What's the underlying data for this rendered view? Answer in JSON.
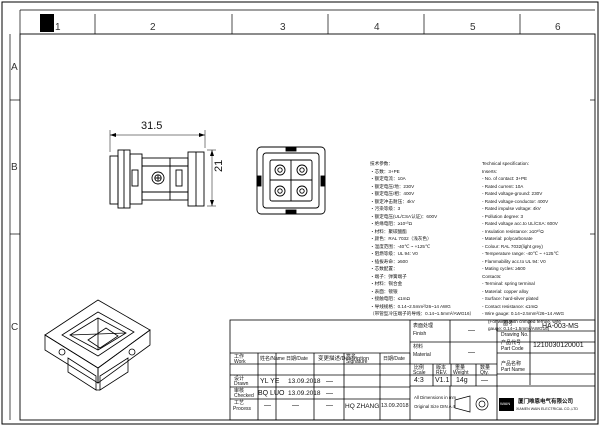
{
  "zones": {
    "top": [
      "1",
      "2",
      "3",
      "4",
      "5",
      "6"
    ],
    "side": [
      "A",
      "B",
      "C"
    ]
  },
  "dimensions": {
    "length": "31.5",
    "height": "21"
  },
  "spec_cn": [
    "技术参数：",
    "・芯数：3+PE",
    "・额定电流：10A",
    "・额定电压/地：230V",
    "・额定电压/相：400V",
    "・额定冲击耐压：4kV",
    "・污染等级：3",
    "・额定电压(UL/CSA认证)：600V",
    "・绝缘电阻：≥10¹⁰Ω",
    "・材料：聚碳酸酯",
    "・颜色：RAL 7032（浅灰色）",
    "・温度范围：-40℃ ~ +125℃",
    "・阻燃等级：UL 94: V0",
    "・插拔寿命：≥500",
    "・芯数配置：",
    "・端子：弹簧端子",
    "・材料：铜合金",
    "・表面：镀银",
    "・接触电阻：≤1mΩ",
    "・导线规格：0.14~2.5mm²/26~14 AWG",
    "（带管型冷压端子的导线：0.14~1.5mm²/AWG16）"
  ],
  "spec_en": [
    "Technical specification:",
    "Inserts:",
    "- No. of contact: 3+PE",
    "- Rated current: 10A",
    "- Rated voltage-ground: 230V",
    "- Rated voltage-conductor: 400V",
    "- Rated impulse voltage: 4kV",
    "- Pollution degree: 3",
    "- Rated voltage acc.to UL/CSA: 600V",
    "- Insulation resistance: ≥10¹⁰Ω",
    "- Material: polycarbonate",
    "- Colour: RAL 7032(light grey)",
    "- Temperature range: -40℃ ~ +125℃",
    "- Flammability acc.to UL 94: V0",
    "- Mating cycles: ≥500",
    "Contacts:",
    "- Terminal: spring terminal",
    "- Material: copper alloy",
    "- Surface: hard-silver plated",
    "- Contact resistance: ≤1mΩ",
    "- Wire gauge: 0.14~2.5mm²/26~14 AWG",
    "(For wires with crimped ferrule, wire",
    "gauge: 0.14~1.5mm²/AWG16)"
  ],
  "title_block": {
    "finish_cn": "表面处理",
    "finish_en": "Finish",
    "finish_val": "—",
    "material_cn": "材料",
    "material_en": "Material",
    "material_val": "—",
    "drawing_no_cn": "图号",
    "drawing_no_en": "Drawing No.",
    "drawing_no_val": "HA-003-MS",
    "part_code_cn": "产品代号",
    "part_code_en": "Part Code",
    "part_code_val": "1210030120001",
    "part_name_cn": "产品名称",
    "part_name_en": "Part Name",
    "part_name_val": "",
    "headers": {
      "work_cn": "工作",
      "work_en": "Work",
      "name_cn": "姓名",
      "name_en": "Name",
      "date_cn": "日期",
      "date_en": "Date",
      "change_cn": "变更描述",
      "change_en": "Description",
      "sign_cn": "签名",
      "sign_en": "Signature",
      "date2_cn": "日期",
      "date2_en": "Date",
      "scale_cn": "比例",
      "scale_en": "Scale",
      "rev_cn": "版本",
      "rev_en": "REV.",
      "weight_cn": "重量",
      "weight_en": "Weight",
      "qty_cn": "数量",
      "qty_en": "Qty."
    },
    "rows": [
      {
        "work_cn": "设计",
        "work_en": "Drawn",
        "name": "YL YE",
        "date": "13.09.2018",
        "desc": "—"
      },
      {
        "work_cn": "审核",
        "work_en": "Checked",
        "name": "BQ LUO",
        "date": "13.09.2018",
        "desc": "—"
      },
      {
        "work_cn": "工艺",
        "work_en": "Process",
        "name": "—",
        "date": "—",
        "desc": "—",
        "sign": "HQ ZHANG",
        "sign_date": "13.09.2018"
      }
    ],
    "scale": "4:3",
    "rev": "V1.1",
    "weight": "14g",
    "qty": "—",
    "dims_note": [
      "All Dimensions in mm",
      "Original Size DIN A 4"
    ],
    "company_cn": "厦门唯恩电气有限公司",
    "company_en": "XIAMEN WAIN ELECTRICAL CO.,LTD",
    "logo": "WAIN"
  }
}
